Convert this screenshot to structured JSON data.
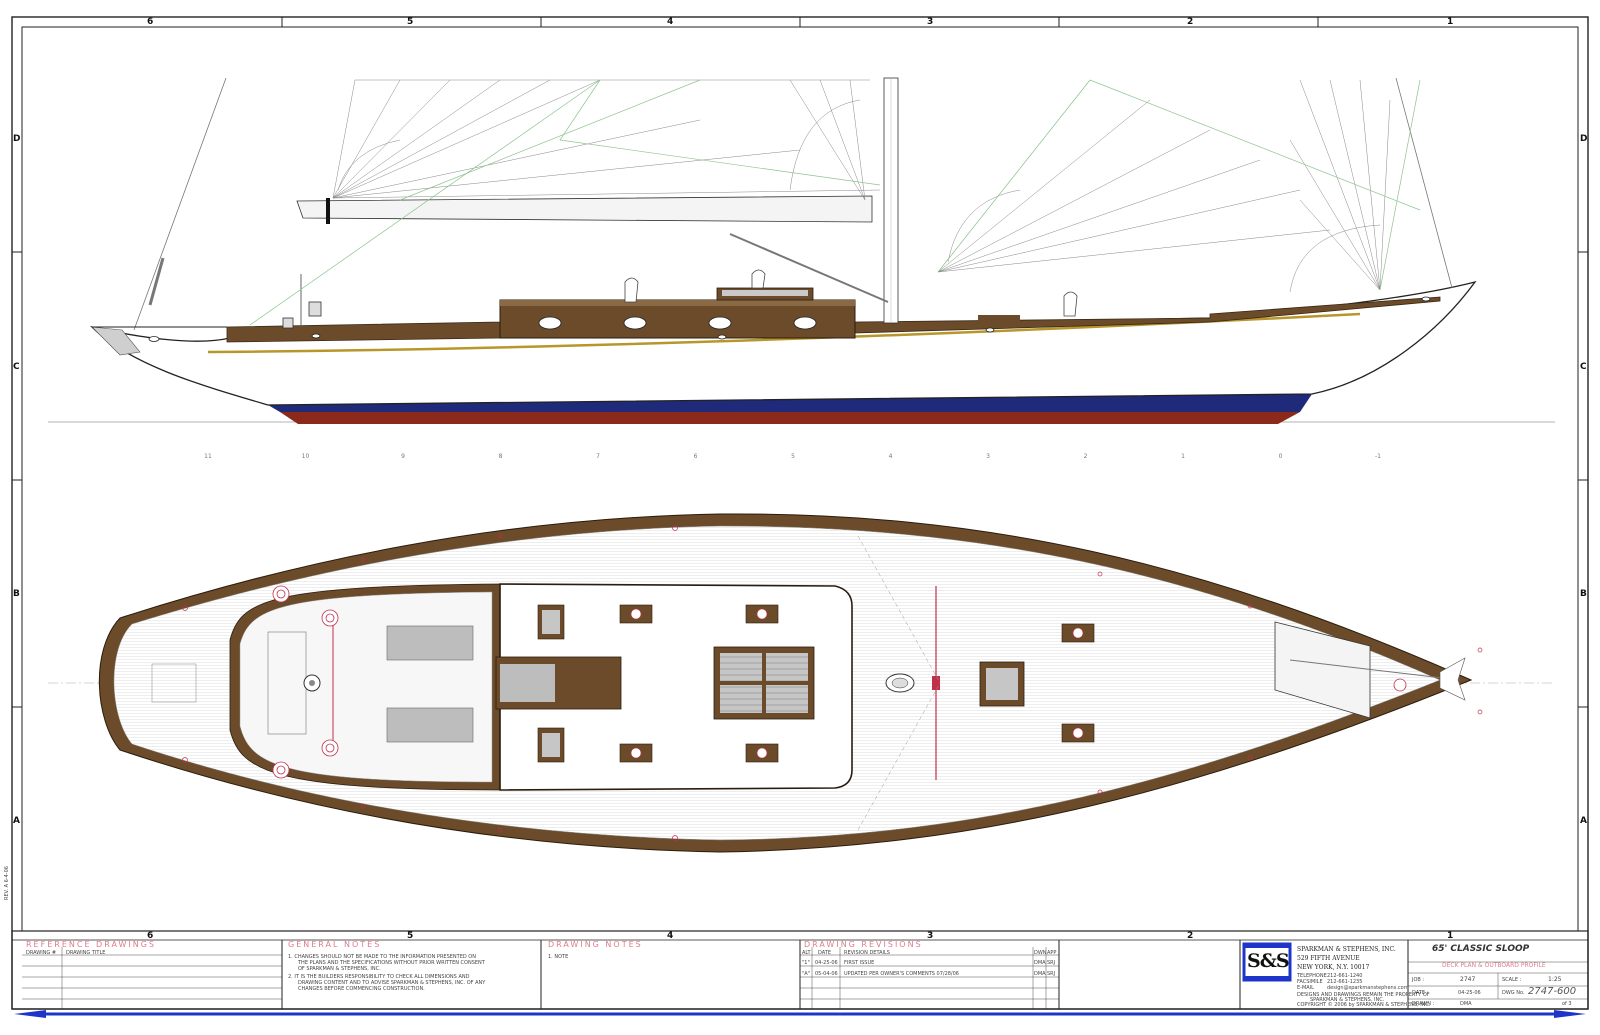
{
  "border": {
    "columns": [
      "6",
      "5",
      "4",
      "3",
      "2",
      "1"
    ],
    "rows": [
      "D",
      "C",
      "B",
      "A"
    ]
  },
  "profile": {
    "station_labels": [
      "11",
      "10",
      "9",
      "8",
      "7",
      "6",
      "5",
      "4",
      "3",
      "2",
      "1",
      "0",
      "-1"
    ]
  },
  "title_block": {
    "reference_drawings": {
      "heading": "REFERENCE DRAWINGS",
      "col1": "DRAWING #",
      "col2": "DRAWING TITLE"
    },
    "general_notes": {
      "heading": "GENERAL NOTES",
      "note1": "1.   CHANGES SHOULD NOT BE MADE TO THE INFORMATION PRESENTED ON",
      "note1b": "THE PLANS AND THE SPECIFICATIONS WITHOUT PRIOR WRITTEN CONSENT",
      "note1c": "OF SPARKMAN & STEPHENS, INC.",
      "note2": "2.   IT IS THE BUILDERS RESPONSIBILITY TO CHECK ALL DIMENSIONS AND",
      "note2b": "DRAWING CONTENT AND TO ADVISE SPARKMAN & STEPHENS, INC. OF ANY",
      "note2c": "CHANGES BEFORE COMMENCING CONSTRUCTION."
    },
    "drawing_notes": {
      "heading": "DRAWING NOTES",
      "note1": "1.  NOTE"
    },
    "revisions": {
      "heading": "DRAWING REVISIONS",
      "columns": [
        "ALT",
        "DATE",
        "REVISION DETAILS",
        "DWN",
        "APP"
      ],
      "rows": [
        {
          "alt": "\"1\"",
          "date": "04-25-06",
          "details": "FIRST ISSUE",
          "dwn": "DMA",
          "app": "SRJ"
        },
        {
          "alt": "\"A\"",
          "date": "05-04-06",
          "details": "UPDATED PER OWNER'S COMMENTS 07/28/06",
          "dwn": "DMA",
          "app": "SRJ"
        }
      ]
    },
    "company": {
      "logo": "S&S",
      "name": "SPARKMAN & STEPHENS, INC.",
      "address1": "529 FIFTH AVENUE",
      "address2": "NEW YORK, N.Y. 10017",
      "telephone_label": "TELEPHONE",
      "telephone": "212-661-1240",
      "facsimile_label": "FACSIMILE",
      "facsimile": "212-661-1235",
      "email_label": "E-MAIL",
      "email": "design@sparkmanstephens.com",
      "legal1": "DESIGNS AND DRAWINGS REMAIN THE PROPERTY OF",
      "legal2": "SPARKMAN & STEPHENS, INC.",
      "legal3": "COPYRIGHT © 2006 by SPARKMAN & STEPHENS, INC."
    },
    "title": {
      "name": "65' CLASSIC SLOOP",
      "subtitle": "DECK PLAN & OUTBOARD PROFILE",
      "job_label": "JOB :",
      "job": "2747",
      "scale_label": "SCALE :",
      "scale": "1:25",
      "date_label": "DATE :",
      "date": "04-25-06",
      "dwg_label": "DWG No.",
      "dwg": "2747-600",
      "drawn_label": "DRAWN :",
      "drawn": "DMA",
      "sheet": "of 3"
    },
    "side_stamp": "REV. A 6-4-06"
  },
  "colors": {
    "teak": "#6b4b2a",
    "bottom_paint": "#8b2a1a",
    "boot_stripe": "#1f2b7a",
    "gold_stripe": "#b8962a",
    "accent_blue": "#1f35c9",
    "note_pink": "#e07a8a"
  }
}
